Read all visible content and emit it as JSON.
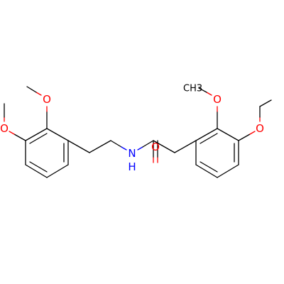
{
  "molecule": {
    "atoms": {
      "oxygen_label": "O",
      "nitrogen_label": "N",
      "hydrogen_label": "H",
      "methyl_label": "CH3"
    },
    "colors": {
      "bond": "#000000",
      "oxygen": "#ff0000",
      "nitrogen": "#0000ff",
      "background": "#ffffff"
    }
  }
}
